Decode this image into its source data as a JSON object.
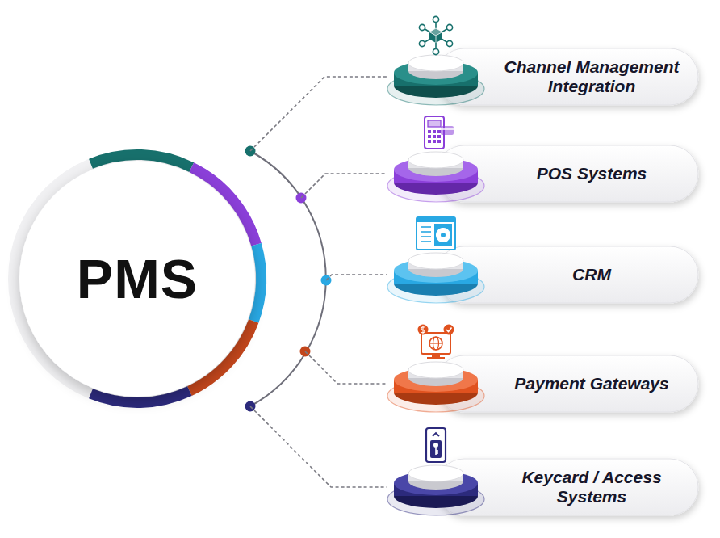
{
  "diagram": {
    "nodes": [
      {
        "text": [
          "PMS"
        ]
      },
      {
        "text": [
          "Channel Management Integration"
        ]
      },
      {
        "text": [
          "POS Systems"
        ]
      },
      {
        "text": [
          "CRM"
        ]
      },
      {
        "text": [
          "Payment Gateways"
        ]
      },
      {
        "text": [
          "Keycard / Access Systems"
        ]
      }
    ],
    "edges": [
      {
        "from": 0,
        "to": 1,
        "arrow": "none"
      },
      {
        "from": 0,
        "to": 2,
        "arrow": "none"
      },
      {
        "from": 0,
        "to": 3,
        "arrow": "none"
      },
      {
        "from": 0,
        "to": 4,
        "arrow": "none"
      },
      {
        "from": 0,
        "to": 5,
        "arrow": "none"
      }
    ]
  }
}
